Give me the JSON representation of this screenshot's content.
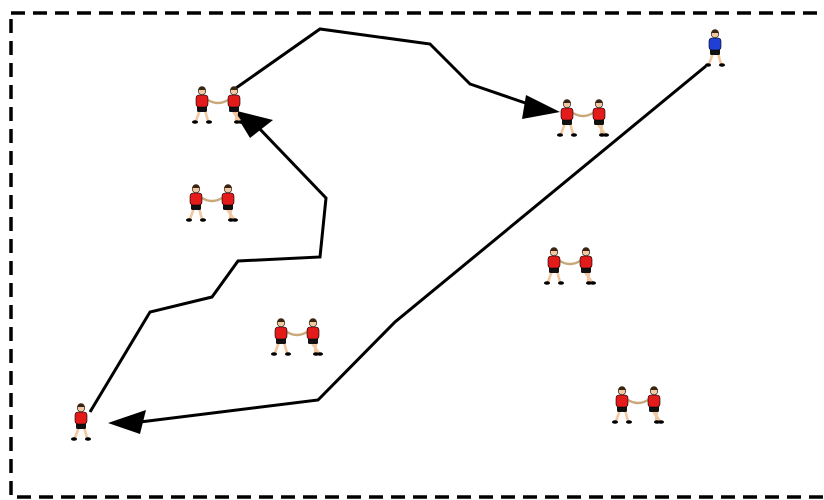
{
  "diagram": {
    "type": "soccer-drill",
    "field": {
      "boundary_style": "dashed",
      "boundary_color": "#000000"
    },
    "colors": {
      "team_red": "#e31b1b",
      "team_blue": "#1f3fd6",
      "shorts": "#111111",
      "skin": "#f2c8a0",
      "path": "#000000",
      "rope": "#c9a97a"
    },
    "players": [
      {
        "id": "pair-1",
        "kind": "pair",
        "team": "red"
      },
      {
        "id": "pair-2",
        "kind": "pair",
        "team": "red"
      },
      {
        "id": "pair-3",
        "kind": "pair",
        "team": "red"
      },
      {
        "id": "pair-4",
        "kind": "pair",
        "team": "red"
      },
      {
        "id": "pair-5",
        "kind": "pair",
        "team": "red"
      },
      {
        "id": "pair-6",
        "kind": "pair",
        "team": "red"
      },
      {
        "id": "runner-red",
        "kind": "single",
        "team": "red"
      },
      {
        "id": "runner-blue",
        "kind": "single",
        "team": "blue"
      }
    ],
    "paths": [
      {
        "id": "path-blue-to-red",
        "from": "runner-blue",
        "to": "runner-red",
        "arrowhead": "end"
      },
      {
        "id": "path-red-to-pair",
        "from": "runner-red",
        "to": "pair-1",
        "arrowhead": "end"
      },
      {
        "id": "path-pair-to-pair",
        "from": "pair-1",
        "to": "pair-2",
        "arrowhead": "end"
      }
    ]
  }
}
